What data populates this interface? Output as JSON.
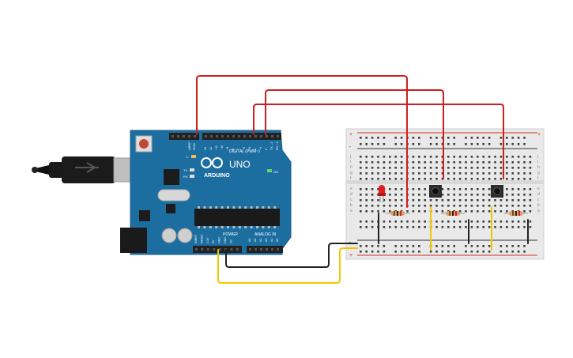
{
  "board": {
    "brand": "ARDUINO",
    "model": "UNO",
    "digital_label": "DIGITAL (PWM~)",
    "power_label": "POWER",
    "analog_label": "ANALOG IN",
    "aref_label": "AREF",
    "gnd_label": "GND",
    "tx_label": "TX",
    "rx_label": "RX",
    "l_label": "L",
    "on_label": "ON",
    "digital_pins": [
      "13",
      "12",
      "~11",
      "~10",
      "~9",
      "8",
      "7",
      "~6",
      "~5",
      "4",
      "~3",
      "2",
      "TX→1",
      "RX←0"
    ],
    "power_pins": [
      "IOREF",
      "RESET",
      "3.3V",
      "5V",
      "GND",
      "GND",
      "Vin"
    ],
    "analog_pins": [
      "A0",
      "A1",
      "A2",
      "A3",
      "A4",
      "A5"
    ],
    "colors": {
      "board": "#1d6ea0",
      "header": "#222222",
      "chip": "#1a1a1a"
    }
  },
  "breadboard": {
    "row_letters_top": [
      "j",
      "i",
      "h",
      "g",
      "f"
    ],
    "row_letters_bottom": [
      "e",
      "d",
      "c",
      "b",
      "a"
    ],
    "plus_label": "+",
    "minus_label": "-",
    "colors": {
      "body": "#e9e9e9",
      "rail_red": "#d0302a",
      "rail_black": "#333333"
    }
  },
  "components": {
    "led_color": "#e02020",
    "resistor_color": "#d9a066",
    "button_color": "#222222"
  },
  "wire_colors": {
    "red": "#cc1f1f",
    "black": "#222222",
    "yellow": "#f0c800"
  }
}
